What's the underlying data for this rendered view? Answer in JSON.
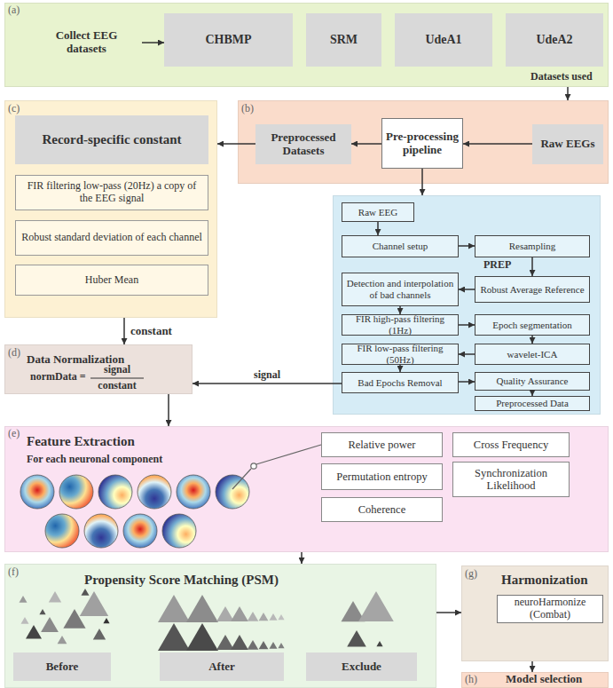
{
  "diagram": {
    "nodes": [
      {
        "text": [
          "(a)",
          "Datasets used"
        ]
      },
      {
        "text": [
          "Collect EEG datasets"
        ],
        "in": 0
      },
      {
        "text": [
          "CHBMP"
        ],
        "in": 0
      },
      {
        "text": [
          "SRM"
        ],
        "in": 0
      },
      {
        "text": [
          "UdeA1"
        ],
        "in": 0
      },
      {
        "text": [
          "UdeA2"
        ],
        "in": 0
      },
      {
        "text": [
          "(b)"
        ]
      },
      {
        "text": [
          "Preprocessed Datasets"
        ],
        "in": 6
      },
      {
        "text": [
          "Pre-processing pipeline"
        ],
        "in": 6
      },
      {
        "text": [
          "Raw EEGs"
        ],
        "in": 6
      },
      {
        "text": [
          "(c)"
        ]
      },
      {
        "text": [
          "Record-specific constant"
        ],
        "in": 10
      },
      {
        "text": [
          "FIR filtering low-pass (20Hz) a copy of the EEG signal"
        ],
        "in": 10
      },
      {
        "text": [
          "Robust standard deviation of each channel"
        ],
        "in": 10
      },
      {
        "text": [
          "Huber Mean"
        ],
        "in": 10
      },
      {
        "text": [
          "PREP"
        ]
      },
      {
        "text": [
          "Raw EEG"
        ],
        "in": 15
      },
      {
        "text": [
          "Channel setup"
        ],
        "in": 15
      },
      {
        "text": [
          "Resampling"
        ],
        "in": 15
      },
      {
        "text": [
          "Detection and interpolation of bad channels"
        ],
        "in": 15
      },
      {
        "text": [
          "Robust Average Reference"
        ],
        "in": 15
      },
      {
        "text": [
          "FIR high-pass filtering (1Hz)"
        ],
        "in": 15
      },
      {
        "text": [
          "Epoch segmentation"
        ],
        "in": 15
      },
      {
        "text": [
          "FIR low-pass filtering (50Hz)"
        ],
        "in": 15
      },
      {
        "text": [
          "wavelet-ICA"
        ],
        "in": 15
      },
      {
        "text": [
          "Bad Epochs Removal"
        ],
        "in": 15
      },
      {
        "text": [
          "Quality Assurance"
        ],
        "in": 15
      },
      {
        "text": [
          "Preprocessed Data"
        ],
        "in": 15
      },
      {
        "text": [
          "(d)",
          "Data Normalization",
          "normData =",
          "signal",
          "constant"
        ]
      },
      {
        "text": [
          "(e)",
          "Feature Extraction",
          "For each neuronal component"
        ]
      },
      {
        "text": [
          "Relative power"
        ],
        "in": 29
      },
      {
        "text": [
          "Cross Frequency"
        ],
        "in": 29
      },
      {
        "text": [
          "Permutation entropy"
        ],
        "in": 29
      },
      {
        "text": [
          "Synchronization Likelihood"
        ],
        "in": 29
      },
      {
        "text": [
          "Coherence"
        ],
        "in": 29
      },
      {
        "text": [
          "(f)",
          "Propensity Score Matching (PSM)"
        ]
      },
      {
        "text": [
          "Before"
        ],
        "in": 35
      },
      {
        "text": [
          "After"
        ],
        "in": 35
      },
      {
        "text": [
          "Exclude"
        ],
        "in": 35
      },
      {
        "text": [
          "(g)",
          "Harmonization"
        ]
      },
      {
        "text": [
          "neuroHarmonize (Combat)"
        ],
        "in": 39
      },
      {
        "text": [
          "(h)",
          "Model selection"
        ]
      }
    ],
    "edges": [
      {
        "from": 1,
        "to": 2,
        "arrow": "to"
      },
      {
        "from": 0,
        "to": 6,
        "arrow": "to"
      },
      {
        "from": 9,
        "to": 8,
        "arrow": "to"
      },
      {
        "from": 8,
        "to": 7,
        "arrow": "to"
      },
      {
        "from": 7,
        "to": 10,
        "arrow": "to"
      },
      {
        "from": 8,
        "to": 15,
        "arrow": "to"
      },
      {
        "from": 16,
        "to": 17,
        "arrow": "to"
      },
      {
        "from": 17,
        "to": 18,
        "arrow": "to"
      },
      {
        "from": 18,
        "to": 20,
        "arrow": "to"
      },
      {
        "from": 20,
        "to": 19,
        "arrow": "to"
      },
      {
        "from": 19,
        "to": 21,
        "arrow": "to"
      },
      {
        "from": 21,
        "to": 22,
        "arrow": "to"
      },
      {
        "from": 22,
        "to": 24,
        "arrow": "to"
      },
      {
        "from": 24,
        "to": 23,
        "arrow": "to"
      },
      {
        "from": 23,
        "to": 25,
        "arrow": "to"
      },
      {
        "from": 25,
        "to": 26,
        "arrow": "to"
      },
      {
        "from": 26,
        "to": 27,
        "arrow": "to"
      },
      {
        "from": 25,
        "to": 28,
        "label": "signal",
        "arrow": "to"
      },
      {
        "from": 10,
        "to": 28,
        "label": "constant",
        "arrow": "to"
      },
      {
        "from": 28,
        "to": 29,
        "arrow": "to"
      },
      {
        "from": 29,
        "to": 35,
        "arrow": "to"
      },
      {
        "from": 35,
        "to": 39,
        "arrow": "to"
      },
      {
        "from": 39,
        "to": 41,
        "arrow": "to"
      }
    ]
  }
}
